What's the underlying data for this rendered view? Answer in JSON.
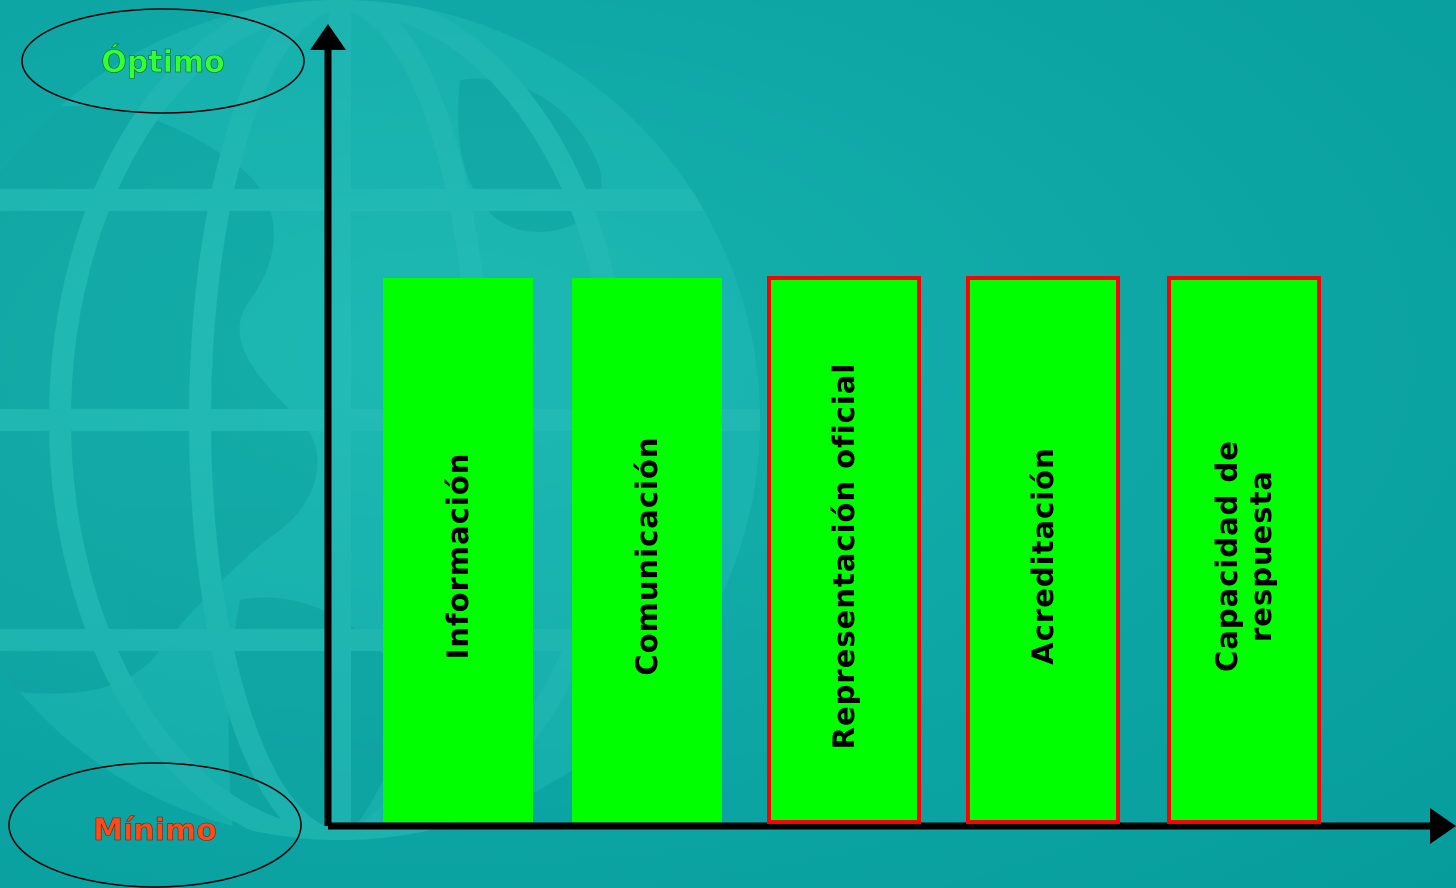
{
  "colors": {
    "background": "#0ea7a5",
    "bar_fill": "#00ff00",
    "bar_highlight_border": "#ff0000",
    "axis": "#000000",
    "optimo_text": "#33ff33",
    "minimo_text": "#ff4a1a"
  },
  "labels": {
    "top": "Óptimo",
    "bottom": "Mínimo"
  },
  "chart_data": {
    "type": "bar",
    "orientation": "vertical",
    "categories": [
      [
        "Información"
      ],
      [
        "Comunicación"
      ],
      [
        "Representación oficial"
      ],
      [
        "Acreditación"
      ],
      [
        "Capacidad de",
        "respuesta"
      ]
    ],
    "values": [
      1,
      1,
      1,
      1,
      1
    ],
    "highlighted": [
      false,
      false,
      true,
      true,
      true
    ],
    "ylabel_top": "Óptimo",
    "ylabel_bottom": "Mínimo",
    "grid": false,
    "legend": "none"
  }
}
